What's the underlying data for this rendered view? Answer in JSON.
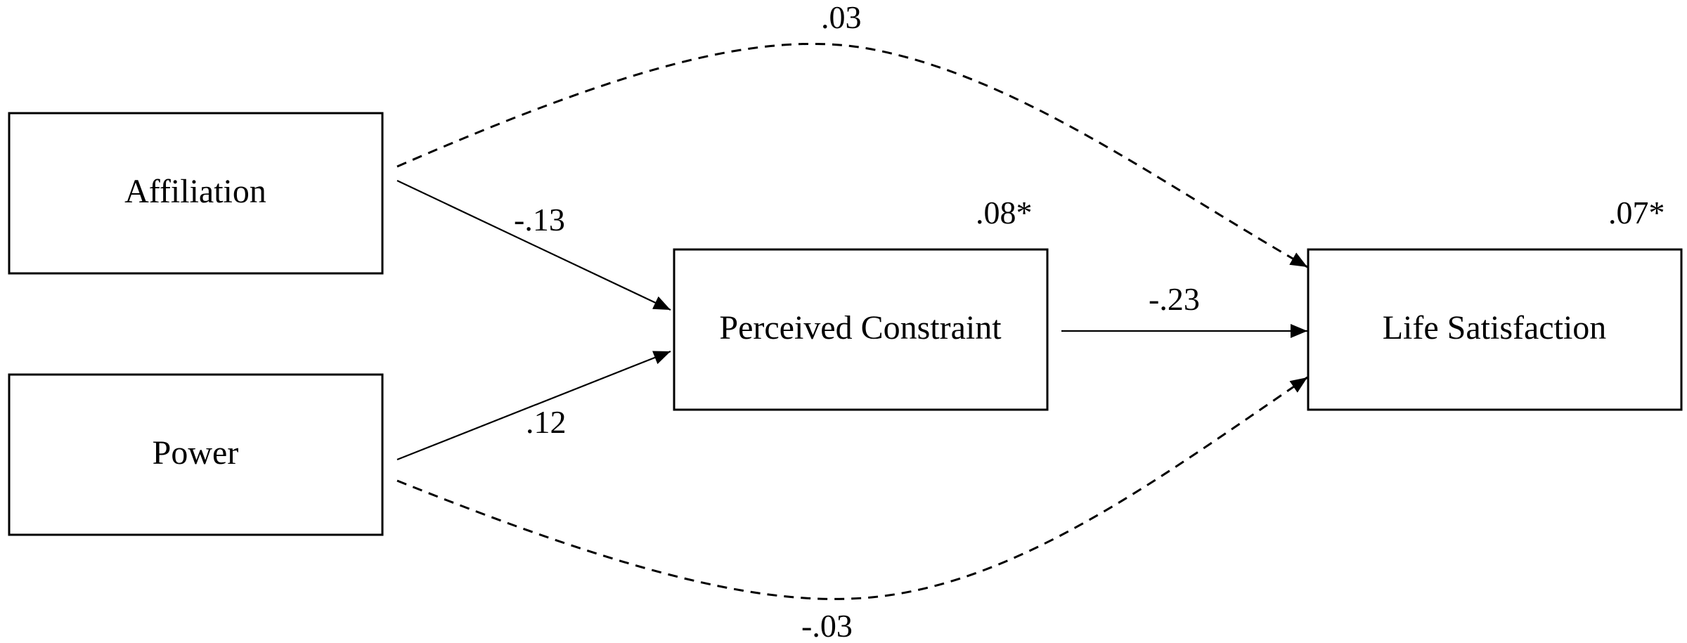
{
  "nodes": {
    "affiliation": "Affiliation",
    "power": "Power",
    "perceived_constraint": "Perceived Constraint",
    "life_satisfaction": "Life Satisfaction"
  },
  "variance": {
    "perceived_constraint": ".08*",
    "life_satisfaction": ".07*"
  },
  "paths": {
    "affiliation_to_constraint": "-.13",
    "power_to_constraint": ".12",
    "constraint_to_satisfaction": "-.23",
    "affiliation_to_satisfaction": ".03",
    "power_to_satisfaction": "-.03"
  },
  "colors": {
    "stroke": "#000000",
    "background": "#ffffff"
  }
}
